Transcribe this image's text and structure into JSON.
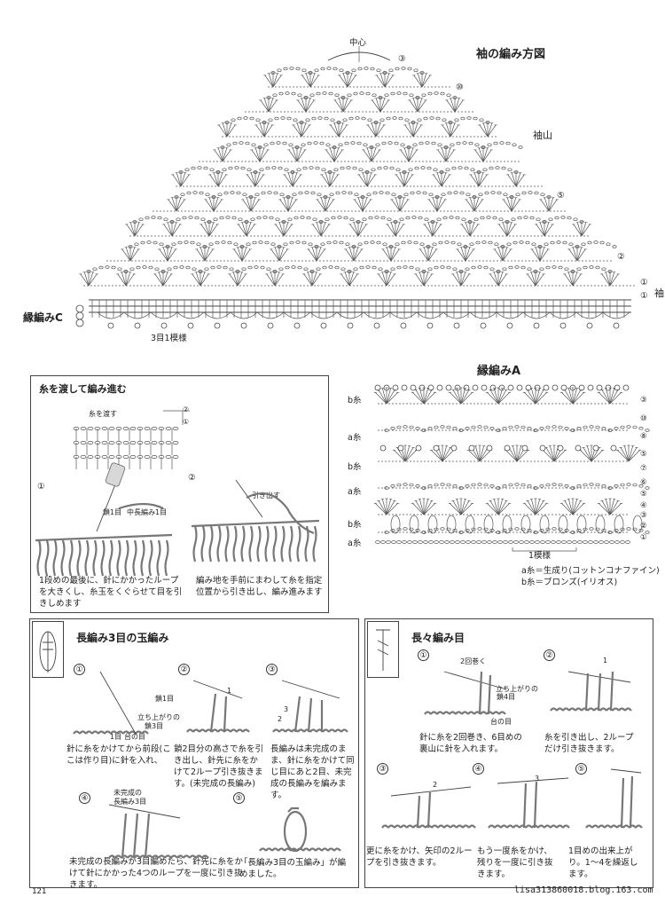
{
  "sleeve": {
    "title": "袖の編み方図",
    "center": "中心",
    "sode_yama": "袖山",
    "sode": "袖",
    "edging_c": "縁編みC",
    "repeat": "3目1模様",
    "row_labels": [
      "③",
      "⑩",
      "⑤",
      "②",
      "①",
      "①"
    ]
  },
  "edging_a": {
    "title": "縁編みA",
    "left_labels": [
      "b糸",
      "a糸",
      "b糸",
      "a糸",
      "b糸",
      "a糸"
    ],
    "right_labels": [
      "③",
      "⑩",
      "⑧",
      "⑤",
      "⑦",
      "⑥",
      "⑤",
      "④",
      "③",
      "②",
      "①"
    ],
    "repeat": "1模様",
    "legend_a": "a糸＝生成り(コットンコナファイン)",
    "legend_b": "b糸＝ブロンズ(イリオス)"
  },
  "carry": {
    "title": "糸を渡して編み進む",
    "chart_label": "糸を渡す",
    "chart_rows": [
      "②",
      "①"
    ],
    "step1_num": "①",
    "step1_labels": [
      "鎖1目",
      "中長編み1目"
    ],
    "step1_text": "1段めの最後に、針にかかったループを大きくし、糸玉をくぐらせて目を引きしめます",
    "step2_num": "②",
    "step2_label": "引き出す",
    "step2_text": "編み地を手前にまわして糸を指定位置から引き出し、編み進みます"
  },
  "bobble": {
    "title": "長編み3目の玉編み",
    "steps": [
      {
        "num": "①",
        "labels": [
          "鎖1目",
          "立ち上がりの",
          "鎖3目",
          "1目",
          "台の目"
        ],
        "text": "針に糸をかけてから前段(ここは作り目)に針を入れ、"
      },
      {
        "num": "②",
        "labels": [
          "1"
        ],
        "text": "鎖2目分の高さで糸を引き出し、針先に糸をかけて2ループ引き抜きます。(未完成の長編み)"
      },
      {
        "num": "③",
        "labels": [
          "3",
          "2"
        ],
        "text": "長編みは未完成のまま、針に糸をかけて同じ目にあと2目、未完成の長編みを編みます。"
      },
      {
        "num": "④",
        "labels": [
          "未完成の",
          "長編み3目"
        ],
        "text": "未完成の長編みが3目編めたら、針先に糸をかけて針にかかった4つのループを一度に引き抜きます。"
      },
      {
        "num": "⑤",
        "labels": [],
        "text": "「長編み3目の玉編み」が編めました。"
      }
    ]
  },
  "treble": {
    "title": "長々編み目",
    "steps": [
      {
        "num": "①",
        "labels": [
          "2回巻く",
          "立ち上がりの",
          "鎖4目",
          "台の目"
        ],
        "text": "針に糸を2回巻き、6目めの裏山に針を入れます。"
      },
      {
        "num": "②",
        "labels": [
          "1"
        ],
        "text": "糸を引き出し、2ループだけ引き抜きます。"
      },
      {
        "num": "③",
        "labels": [
          "2"
        ],
        "text": "更に糸をかけ、矢印の2ループを引き抜きます。"
      },
      {
        "num": "④",
        "labels": [
          "3"
        ],
        "text": "もう一度糸をかけ、残りを一度に引き抜きます。"
      },
      {
        "num": "⑤",
        "labels": [],
        "text": "1目めの出来上がり。1～4を繰返します。"
      }
    ]
  },
  "footer": {
    "page_num": "121",
    "blog": "lisa313860018.blog.163.com"
  }
}
